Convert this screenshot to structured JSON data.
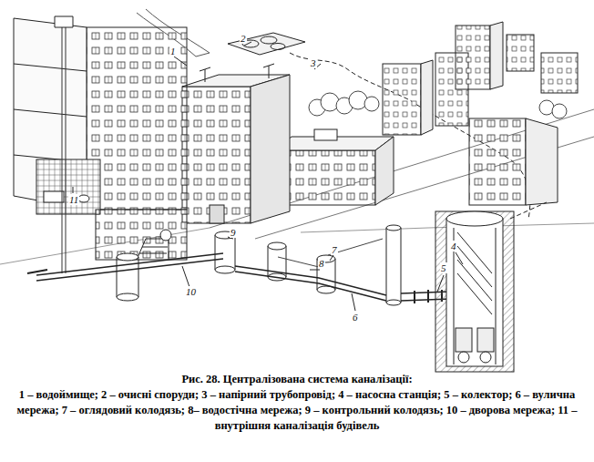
{
  "diagram": {
    "caption": "Рис. 28. Централізована система каналізації:",
    "labels": [
      "1",
      "2",
      "3",
      "4",
      "5",
      "6",
      "7",
      "8",
      "9",
      "10",
      "11",
      "1 – водоймище; 2 – очисні споруди; 3 – напірний трубопровід; 4 – насосна станція; 5 – колектор; 6 – вулична мережа; 7 – оглядовий колодязь; 8– водостічна мережа; 9 – контрольний колодязь; 10 – дворова мережа; 11 – внутрішня каналізація будівель"
    ]
  }
}
